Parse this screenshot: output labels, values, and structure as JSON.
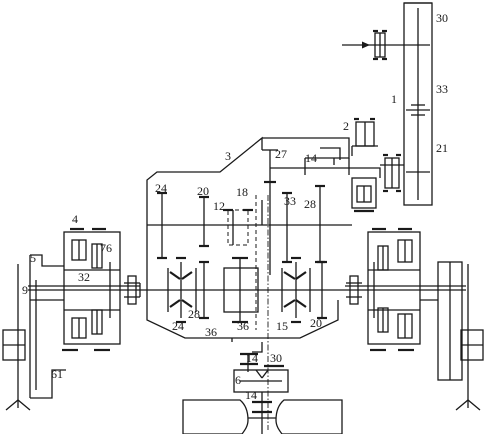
{
  "labels": {
    "l30a": "30",
    "l33a": "33",
    "l1": "1",
    "l21": "21",
    "l2": "2",
    "l3": "3",
    "l27": "27",
    "l14a": "14",
    "l24a": "24",
    "l20a": "20",
    "l18": "18",
    "l12": "12",
    "l33b": "33",
    "l28a": "28",
    "l4": "4",
    "l76": "76",
    "l32": "32",
    "l5": "5",
    "l9": "9",
    "l61": "61",
    "l28b": "28",
    "l24b": "24",
    "l36a": "36",
    "l36b": "36",
    "l15": "15",
    "l20b": "20",
    "l14b": "14",
    "l30b": "30",
    "l6": "6",
    "l14c": "14"
  }
}
